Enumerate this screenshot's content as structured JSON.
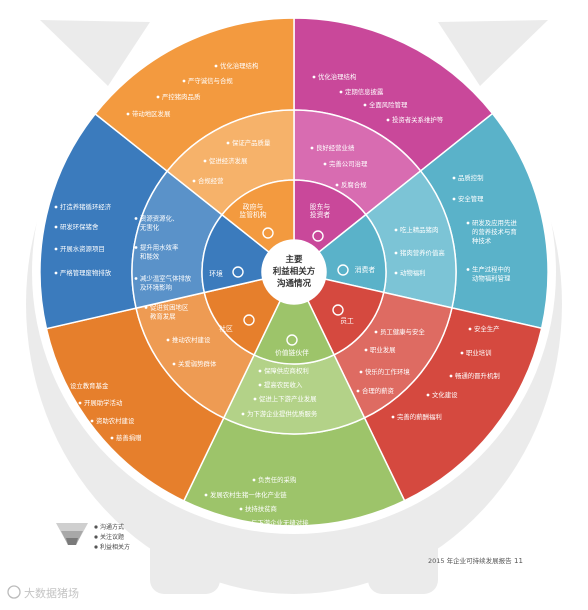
{
  "colors": {
    "orange": "#f39a3f",
    "orange_inner": "#f6b26a",
    "magenta": "#c9489a",
    "magenta_inner": "#d86cb1",
    "teal": "#5ab2c9",
    "teal_inner": "#7cc4d6",
    "red": "#d5493f",
    "red_inner": "#de6b62",
    "green": "#9dc46a",
    "green_inner": "#b3d288",
    "dark_orange": "#e67f2c",
    "dark_orange_inner": "#ee9b53",
    "blue": "#3b7bbd",
    "blue_inner": "#5a92c9",
    "pig": "#ebebeb",
    "text_dark": "#333333"
  },
  "center": {
    "line1": "主要",
    "line2": "利益相关方",
    "line3": "沟通情况"
  },
  "stakeholders": {
    "gov": "政府与\n监管机构",
    "shareholder": "股东与\n投资者",
    "consumer": "消费者",
    "employee": "员工",
    "partner": "价值链伙伴",
    "community": "社区",
    "environment": "环境"
  },
  "topics": {
    "gov": [
      "保证产品质量",
      "促进经济发展",
      "合规经营"
    ],
    "shareholder": [
      "良好经营业绩",
      "完善公司治理",
      "反腐合规"
    ],
    "consumer": [
      "吃上精品猪肉",
      "猪肉营养价值高",
      "动物福利"
    ],
    "employee": [
      "员工健康与安全",
      "职业发展",
      "快乐的工作环境",
      "合理的薪资"
    ],
    "partner": [
      "保障供应商权利",
      "提高农民收入",
      "促进上下游产业发展",
      "为下游企业提供优质服务"
    ],
    "community": [
      "促进贫困地区\n教育发展",
      "推动农村建设",
      "关爱弱势群体"
    ],
    "environment": [
      "资源资源化、\n无害化",
      "提升用水效率\n和能效",
      "减少温室气体排放\n及环境影响"
    ]
  },
  "actions": {
    "gov": [
      "优化治理结构",
      "严守诚信与合规",
      "严控猪肉品质",
      "带动地区发展"
    ],
    "shareholder": [
      "优化治理结构",
      "定期信息披露",
      "全面风险管理",
      "投资者关系维护等"
    ],
    "consumer": [
      "品质控制",
      "安全管理",
      "研发及应用先进\n的营养技术与育\n种技术",
      "生产过程中的\n动物福利管理"
    ],
    "employee": [
      "安全生产",
      "职业培训",
      "畅通的晋升机制",
      "文化建设",
      "完善的薪酬福利"
    ],
    "partner": [
      "负责任的采购",
      "发展农村生猪一体化产业链",
      "扶持扶贫商",
      "与下游企业无缝对接"
    ],
    "community": [
      "设立教育基金",
      "开展助学活动",
      "资助农村建设",
      "慈善捐赠"
    ],
    "environment": [
      "打造养猪循环经济",
      "研发环保猪舍",
      "开展水资源项目",
      "严格管理废物排放"
    ]
  },
  "legend": {
    "items": [
      "沟通方式",
      "关注议题",
      "利益相关方"
    ]
  },
  "footer": {
    "report": "2015 年企业可持续发展报告",
    "page": "11",
    "watermark": "大数据猪场"
  }
}
